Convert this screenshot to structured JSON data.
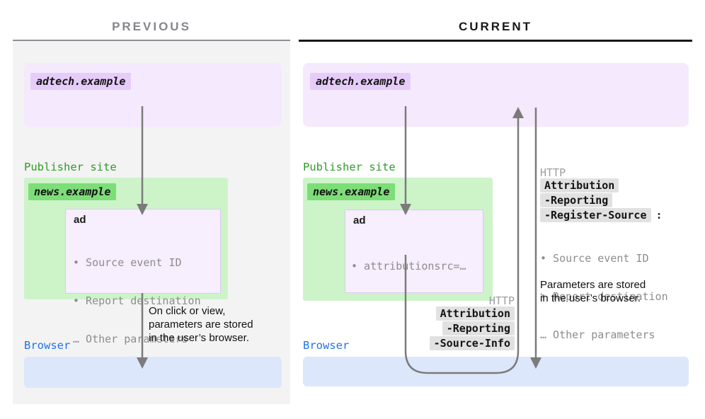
{
  "header": {
    "previous": "PREVIOUS",
    "current": "CURRENT"
  },
  "previous": {
    "adtech_domain": "adtech.example",
    "publisher_label": "Publisher site",
    "news_domain": "news.example",
    "ad_title": "ad",
    "ad_params": [
      "• Source event ID",
      "• Report destination",
      "… Other parameters"
    ],
    "note": [
      "On click or view,",
      "parameters are stored",
      "in the user’s browser."
    ],
    "browser_label": "Browser"
  },
  "current": {
    "adtech_domain": "adtech.example",
    "publisher_label": "Publisher site",
    "news_domain": "news.example",
    "ad_title": "ad",
    "ad_params": [
      "• attributionsrc=…"
    ],
    "browser_label": "Browser",
    "request_header": {
      "protocol": "HTTP",
      "chips": [
        "Attribution",
        "-Reporting",
        "-Source-Info"
      ]
    },
    "response_header": {
      "protocol": "HTTP",
      "chips": [
        "Attribution",
        "-Reporting",
        "-Register-Source"
      ],
      "colon": ":",
      "params": [
        "• Source event ID",
        "• Report destination",
        "… Other parameters"
      ],
      "note": [
        "Parameters are stored",
        "in the user’s browser."
      ]
    }
  },
  "colors": {
    "adtech_box": "#f4e9fd",
    "adtech_chip": "#e6cdf9",
    "publisher_box": "#cdf4c9",
    "publisher_chip": "#7ddd78",
    "publisher_text": "#2f9b27",
    "browser_box": "#dde7fb",
    "browser_text": "#2173e8",
    "header_chip": "#e1e1e1",
    "arrow": "#7b7b7b",
    "panel_previous_bg": "#f3f3f3"
  }
}
